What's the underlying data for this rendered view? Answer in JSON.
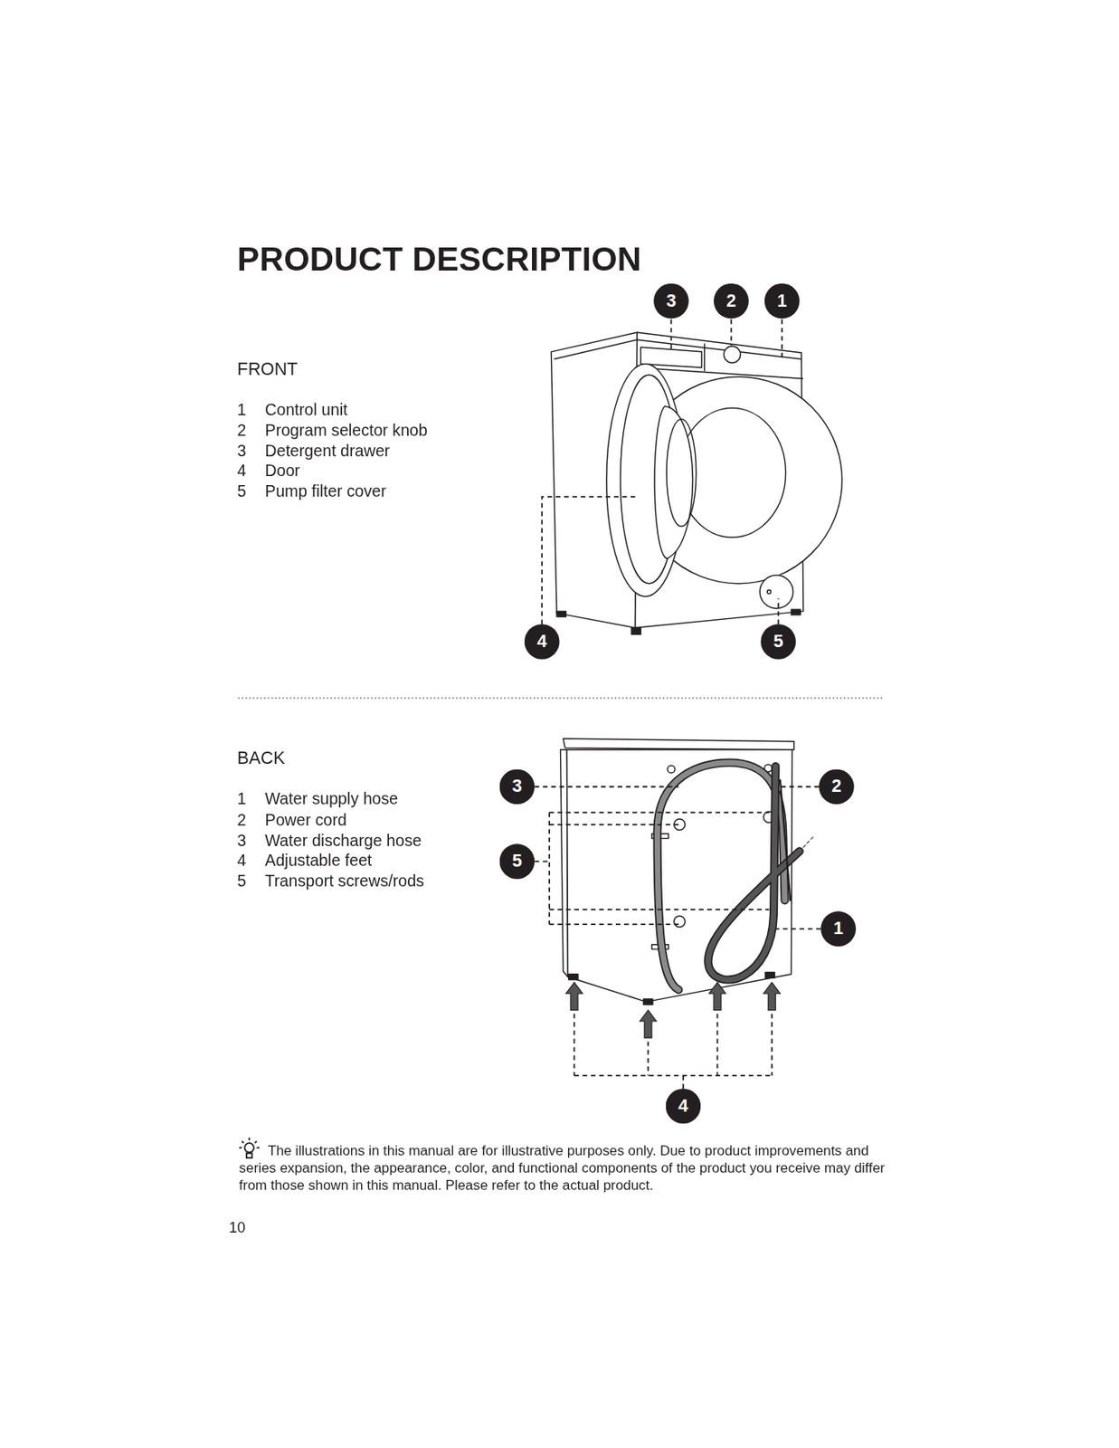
{
  "diagram": {
    "title": "PRODUCT DESCRIPTION",
    "labels": [
      "FRONT",
      "1",
      "Control unit",
      "2",
      "Program selector knob",
      "3",
      "Detergent drawer",
      "4",
      "Door",
      "5",
      "Pump filter cover",
      "3",
      "2",
      "1",
      "4",
      "5",
      "BACK",
      "1",
      "Water supply hose",
      "2",
      "Power cord",
      "3",
      "Water discharge hose",
      "4",
      "Adjustable feet",
      "5",
      "Transport screws/rods",
      "3",
      "2",
      "5",
      "1",
      "4",
      "The illustrations in this manual are for illustrative purposes only. Due to product improvements and series expansion, the appearance, color, and functional components of the product you receive may differ from those shown in this manual. Please refer to the actual product.",
      "10"
    ]
  }
}
